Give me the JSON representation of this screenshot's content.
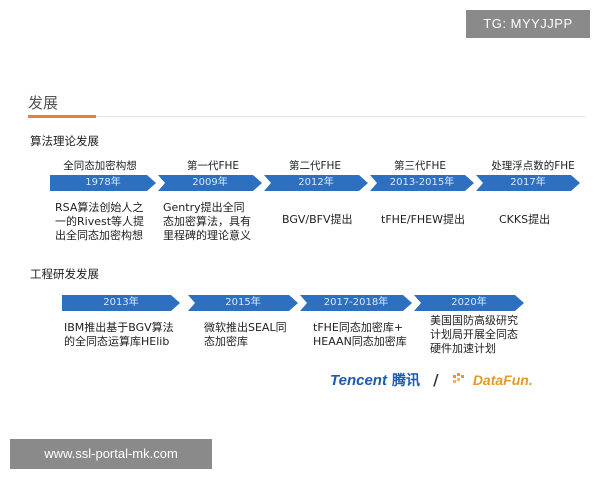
{
  "badge": {
    "tg": "TG: MYYJJPP"
  },
  "page": {
    "title": "发展"
  },
  "theory": {
    "title": "算法理论发展",
    "items": [
      {
        "top": "全同态加密构想",
        "year": "1978年",
        "desc": [
          "RSA算法创始人之",
          "一的Rivest等人提",
          "出全同态加密构想"
        ]
      },
      {
        "top": "第一代FHE",
        "year": "2009年",
        "desc": [
          "Gentry提出全同",
          "态加密算法，具有",
          "里程碑的理论意义"
        ]
      },
      {
        "top": "第二代FHE",
        "year": "2012年",
        "desc": [
          "BGV/BFV提出"
        ]
      },
      {
        "top": "第三代FHE",
        "year": "2013-2015年",
        "desc": [
          "tFHE/FHEW提出"
        ]
      },
      {
        "top": "处理浮点数的FHE",
        "year": "2017年",
        "desc": [
          "CKKS提出"
        ]
      }
    ]
  },
  "engineering": {
    "title": "工程研发发展",
    "items": [
      {
        "year": "2013年",
        "desc": [
          "IBM推出基于BGV算法",
          "的全同态运算库HElib"
        ]
      },
      {
        "year": "2015年",
        "desc": [
          "微软推出SEAL同",
          "态加密库"
        ]
      },
      {
        "year": "2017-2018年",
        "desc": [
          "tFHE同态加密库+",
          "HEAAN同态加密库"
        ]
      },
      {
        "year": "2020年",
        "desc": [
          "美国国防高级研究",
          "计划局开展全同态",
          "硬件加速计划"
        ]
      }
    ]
  },
  "logos": {
    "tencent": "Tencent",
    "tencent_cn": "腾讯",
    "separator": "/",
    "datafun": "DataFun."
  },
  "watermark": {
    "url": "www.ssl-portal-mk.com"
  },
  "colors": {
    "arrow": "#2d6fc1",
    "accent": "#e8803a",
    "datafun": "#e49a2a"
  }
}
